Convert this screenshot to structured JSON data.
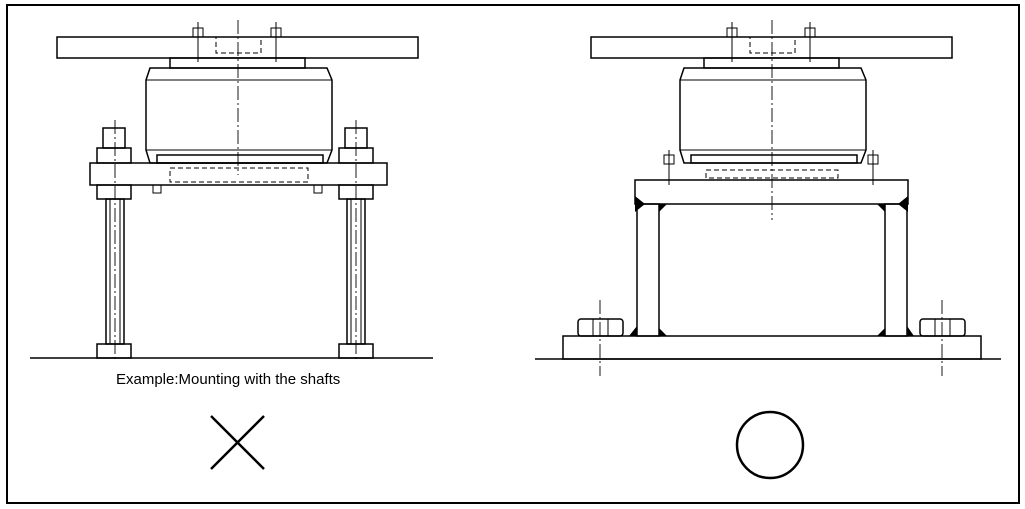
{
  "diagram": {
    "caption": "Example:Mounting with the shafts",
    "incorrect_mark": "cross-mark",
    "correct_mark": "circle-mark"
  }
}
